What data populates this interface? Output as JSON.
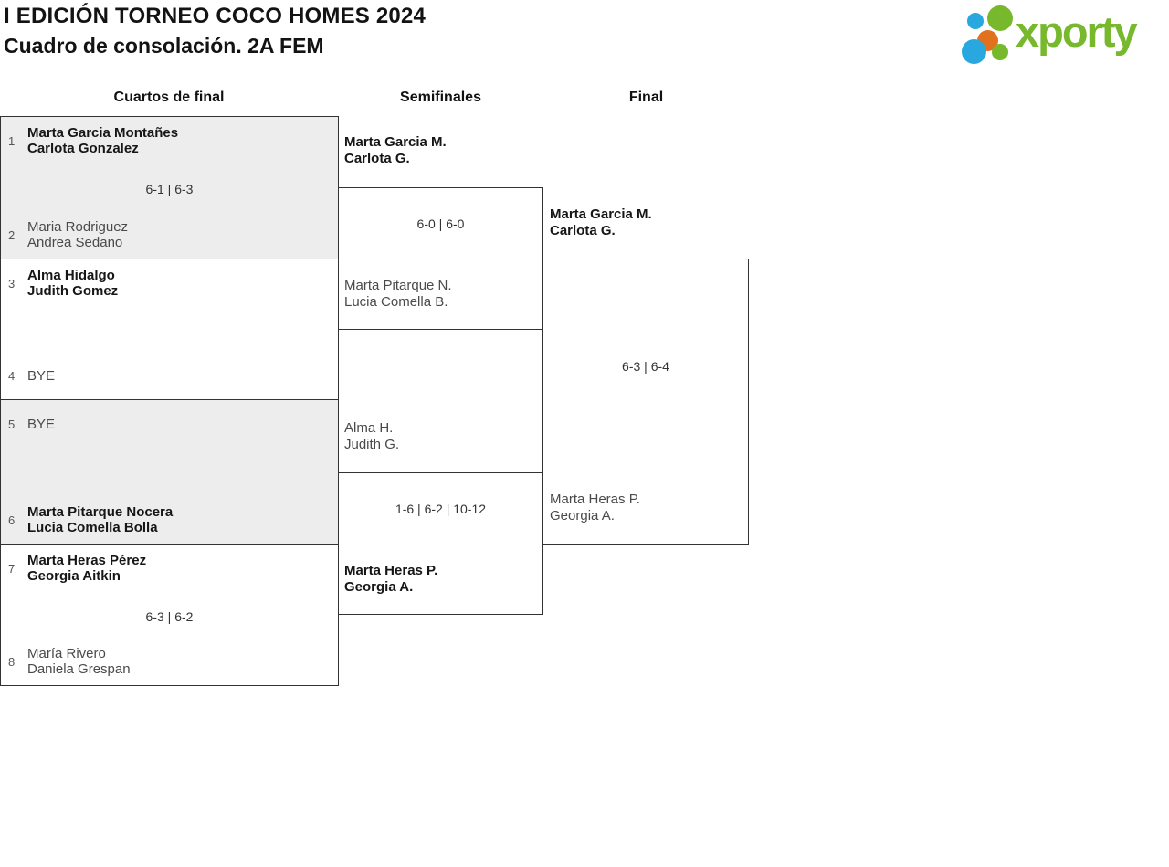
{
  "header": {
    "title": "I EDICIÓN TORNEO COCO HOMES 2024",
    "subtitle": "Cuadro de consolación. 2A FEM"
  },
  "logo": {
    "text": "xporty",
    "colors": {
      "green": "#77b82d",
      "blue": "#29a8e0",
      "orange": "#e2711d"
    }
  },
  "rounds": {
    "quarterfinals": "Cuartos de final",
    "semifinals": "Semifinales",
    "final": "Final"
  },
  "bracket": {
    "quarterfinals": [
      {
        "seed_top": "1",
        "top_line1": "Marta Garcia Montañes",
        "top_line2": "Carlota Gonzalez",
        "score": "6-1 | 6-3",
        "seed_bottom": "2",
        "bottom_line1": "Maria Rodriguez",
        "bottom_line2": "Andrea Sedano"
      },
      {
        "seed_top": "3",
        "top_line1": "Alma Hidalgo",
        "top_line2": "Judith Gomez",
        "score": "",
        "seed_bottom": "4",
        "bottom_line1": "BYE",
        "bottom_line2": ""
      },
      {
        "seed_top": "5",
        "top_line1": "BYE",
        "top_line2": "",
        "score": "",
        "seed_bottom": "6",
        "bottom_line1": "Marta Pitarque Nocera",
        "bottom_line2": "Lucia Comella Bolla"
      },
      {
        "seed_top": "7",
        "top_line1": "Marta Heras Pérez",
        "top_line2": "Georgia Aitkin",
        "score": "6-3 | 6-2",
        "seed_bottom": "8",
        "bottom_line1": "María Rivero",
        "bottom_line2": "Daniela Grespan"
      }
    ],
    "semifinals": [
      {
        "top_line1": "Marta Garcia M.",
        "top_line2": "Carlota G.",
        "score": "6-0 | 6-0",
        "bottom_line1": "Marta Pitarque N.",
        "bottom_line2": "Lucia Comella B."
      },
      {
        "top_line1": "Alma H.",
        "top_line2": "Judith G.",
        "score": "1-6 | 6-2 | 10-12",
        "bottom_line1": "Marta Heras P.",
        "bottom_line2": "Georgia A."
      }
    ],
    "final": {
      "top_line1": "Marta Garcia M.",
      "top_line2": "Carlota G.",
      "score": "6-3 | 6-4",
      "bottom_line1": "Marta Heras P.",
      "bottom_line2": "Georgia A."
    }
  }
}
